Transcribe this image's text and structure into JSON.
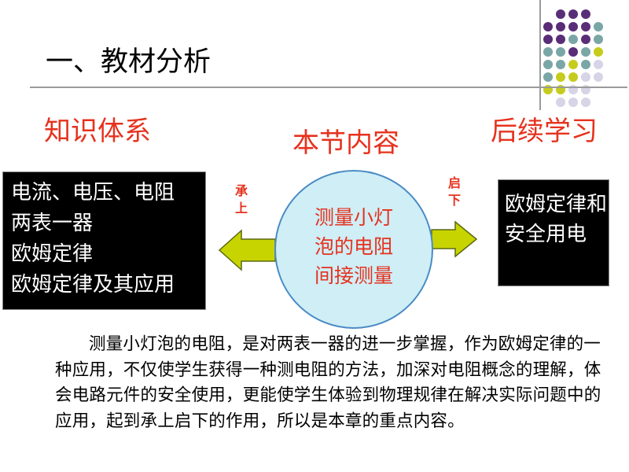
{
  "title": "一、教材分析",
  "headings": {
    "left": "知识体系",
    "center": "本节内容",
    "right": "后续学习"
  },
  "left_box": {
    "lines": [
      "电流、电压、电阻",
      "两表一器",
      "欧姆定律",
      "欧姆定律及其应用"
    ]
  },
  "center_circle": {
    "lines": [
      "测量小灯",
      "泡的电阻",
      "间接测量"
    ]
  },
  "right_box": {
    "text": "欧姆定律和安全用电"
  },
  "arrow_labels": {
    "left": "承上",
    "right": "启下"
  },
  "paragraph": "测量小灯泡的电阻，是对两表一器的进一步掌握，作为欧姆定律的一种应用，不仅使学生获得一种测电阻的方法，加深对电阻概念的理解，体会电路元件的安全使用，更能使学生体验到物理规律在解决实际问题中的应用，起到承上启下的作用，所以是本章的重点内容。",
  "colors": {
    "heading_red": "#e6321e",
    "arrow_fill": "#c8d400",
    "circle_fill": "#cfeef6",
    "dot_purple": "#5a2d78",
    "dot_teal": "#7aa6a6",
    "dot_yellow": "#c6cc1e",
    "dot_lavender": "#d6d4e6"
  }
}
